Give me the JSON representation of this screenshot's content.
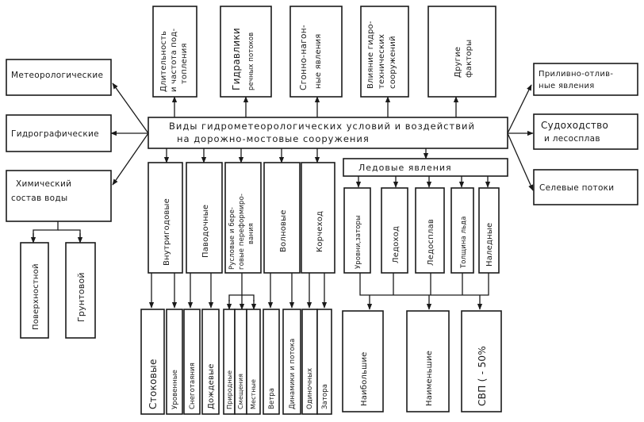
{
  "diagram": {
    "central": {
      "line1": "Виды гидрометеорологических условий и воздействий",
      "line2": "на дорожно-мостовые сооружения"
    },
    "top": [
      {
        "lines": [
          "Длительность",
          "и частота под-",
          "топления"
        ]
      },
      {
        "lines": [
          "Гидравлики",
          "речных потоков"
        ]
      },
      {
        "lines": [
          "Сгонно-нагон-",
          "ные явления"
        ]
      },
      {
        "lines": [
          "Влияние гидро-",
          "технических",
          "сооружений"
        ]
      },
      {
        "lines": [
          "Другие",
          "факторы"
        ]
      }
    ],
    "left": [
      {
        "lines": [
          "Метеорологические"
        ]
      },
      {
        "lines": [
          "Гидрографические"
        ]
      },
      {
        "lines": [
          "Химический",
          "состав воды"
        ]
      }
    ],
    "water_types": [
      {
        "label": "Поверхностной"
      },
      {
        "label": "Грунтовой"
      }
    ],
    "right": [
      {
        "lines": [
          "Приливно-отлив-",
          "ные явления"
        ]
      },
      {
        "lines": [
          "Судоходство",
          "и лесосплав"
        ]
      },
      {
        "lines": [
          "Селевые потоки"
        ]
      }
    ],
    "middle": [
      {
        "lines": [
          "Внутригодовые"
        ]
      },
      {
        "lines": [
          "Паводочные"
        ]
      },
      {
        "lines": [
          "Русловые и бере-",
          "говые переформиро-",
          "вания"
        ]
      },
      {
        "lines": [
          "Волновые"
        ]
      },
      {
        "lines": [
          "Корчеход"
        ]
      }
    ],
    "ice": {
      "title": "Ледовые явления",
      "items": [
        {
          "label": "Уровни,заторы"
        },
        {
          "label": "Ледоход"
        },
        {
          "label": "Ледосплав"
        },
        {
          "label": "Толщина льда"
        },
        {
          "label": "Наледные"
        }
      ],
      "results": [
        {
          "label": "Наибольшие"
        },
        {
          "label": "Наименьшие"
        },
        {
          "label": "СВП ( - 50%"
        }
      ]
    },
    "bottom": [
      {
        "label": "Стоковые"
      },
      {
        "label": "Уровенные"
      },
      {
        "label": "Снеготаяния"
      },
      {
        "label": "Дождевые"
      },
      {
        "label": "Природные"
      },
      {
        "label": "Смещения"
      },
      {
        "label": "Местные"
      },
      {
        "label": "Ветра"
      },
      {
        "label": "Динамики и потока"
      },
      {
        "label": "Одиночных"
      },
      {
        "label": "Затора"
      }
    ]
  }
}
